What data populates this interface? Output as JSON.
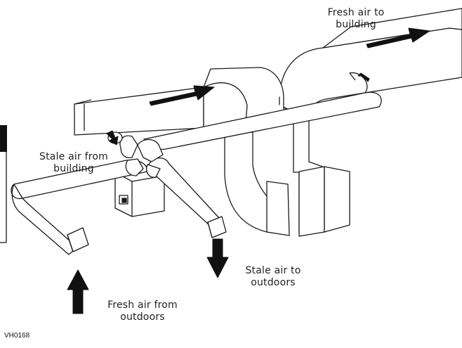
{
  "labels": {
    "fresh_to_building_1": "Fresh air to",
    "fresh_to_building_2": "building",
    "stale_from_building_1": "Stale air from",
    "stale_from_building_2": "building",
    "stale_to_outdoors_1": "Stale air to",
    "stale_to_outdoors_2": "outdoors",
    "fresh_from_outdoors_1": "Fresh air from",
    "fresh_from_outdoors_2": "outdoors"
  },
  "figure_code": "VH0168",
  "colors": {
    "line": "#1a1a1a",
    "fill": "#ffffff",
    "arrow": "#111111"
  }
}
